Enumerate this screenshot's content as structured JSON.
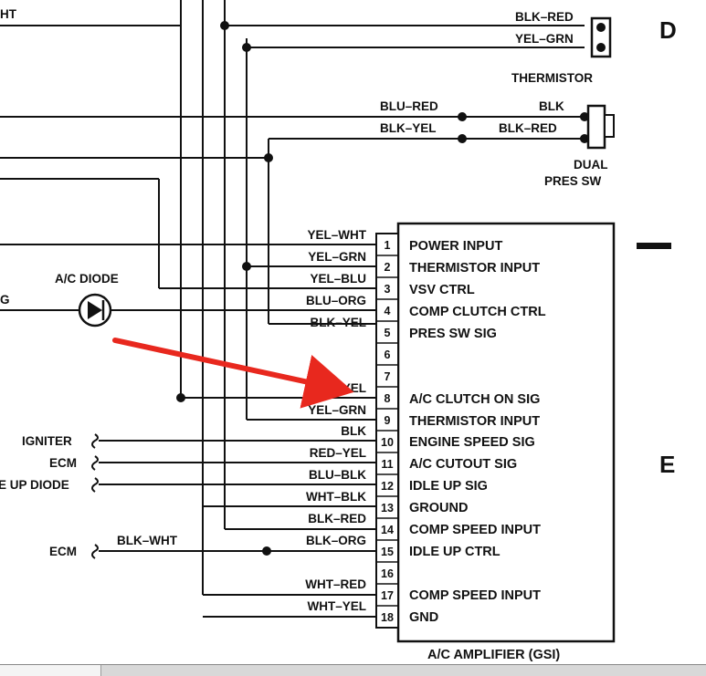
{
  "sections": {
    "d": "D",
    "e": "E"
  },
  "left_fragments": {
    "wht": "HT",
    "g": "G"
  },
  "components": {
    "thermistor": {
      "label": "THERMISTOR",
      "wires": [
        "BLK–RED",
        "YEL–GRN"
      ]
    },
    "dual_pres_sw": {
      "label_lines": [
        "DUAL",
        "PRES SW"
      ],
      "left_wires": [
        "BLU–RED",
        "BLK–YEL"
      ],
      "right_wires": [
        "BLK",
        "BLK–RED"
      ]
    },
    "ac_diode": {
      "label": "A/C DIODE"
    },
    "amplifier": {
      "label": "A/C AMPLIFIER (GSI)"
    }
  },
  "left_connectors": [
    {
      "label": "IGNITER"
    },
    {
      "label": "ECM"
    },
    {
      "label": "E UP DIODE"
    },
    {
      "label": "ECM",
      "wire": "BLK–WHT"
    }
  ],
  "pins": [
    {
      "num": "1",
      "wire": "YEL–WHT",
      "function": "POWER INPUT"
    },
    {
      "num": "2",
      "wire": "YEL–GRN",
      "function": "THERMISTOR INPUT"
    },
    {
      "num": "3",
      "wire": "YEL–BLU",
      "function": "VSV CTRL"
    },
    {
      "num": "4",
      "wire": "BLU–ORG",
      "function": "COMP CLUTCH CTRL"
    },
    {
      "num": "5",
      "wire": "BLK–YEL",
      "function": "PRES SW SIG"
    },
    {
      "num": "6",
      "wire": "",
      "function": ""
    },
    {
      "num": "7",
      "wire": "",
      "function": ""
    },
    {
      "num": "8",
      "wire": "BLK–YEL",
      "function": "A/C CLUTCH ON SIG"
    },
    {
      "num": "9",
      "wire": "YEL–GRN",
      "function": "THERMISTOR INPUT"
    },
    {
      "num": "10",
      "wire": "BLK",
      "function": "ENGINE SPEED SIG"
    },
    {
      "num": "11",
      "wire": "RED–YEL",
      "function": "A/C CUTOUT SIG"
    },
    {
      "num": "12",
      "wire": "BLU–BLK",
      "function": "IDLE UP SIG"
    },
    {
      "num": "13",
      "wire": "WHT–BLK",
      "function": "GROUND"
    },
    {
      "num": "14",
      "wire": "BLK–RED",
      "function": "COMP SPEED INPUT"
    },
    {
      "num": "15",
      "wire": "BLK–ORG",
      "function": "IDLE UP CTRL"
    },
    {
      "num": "16",
      "wire": "",
      "function": ""
    },
    {
      "num": "17",
      "wire": "WHT–RED",
      "function": "COMP SPEED INPUT"
    },
    {
      "num": "18",
      "wire": "WHT–YEL",
      "function": "GND"
    }
  ],
  "colors": {
    "ink": "#111111",
    "arrow": "#e8281e"
  }
}
